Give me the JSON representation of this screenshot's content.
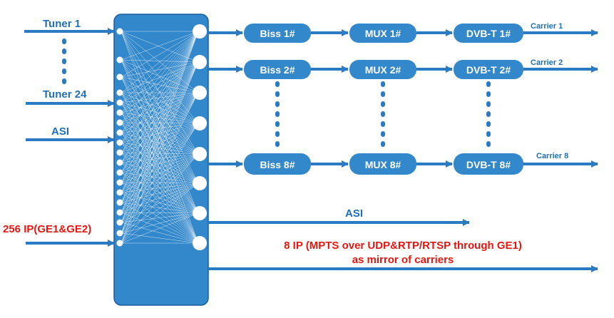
{
  "colors": {
    "accent": "#2b7bc4",
    "box": "#3388cc",
    "box_dark": "#1a5f9e",
    "text_blue": "#1f6fb8",
    "text_red": "#e8150f",
    "white": "#ffffff"
  },
  "inputs": {
    "tuner_first": "Tuner 1",
    "tuner_last": "Tuner 24",
    "asi": "ASI",
    "ip": "256 IP(GE1&GE2)"
  },
  "chains": [
    {
      "biss": "Biss 1#",
      "mux": "MUX 1#",
      "dvbt": "DVB-T 1#",
      "carrier": "Carrier 1"
    },
    {
      "biss": "Biss 2#",
      "mux": "MUX 2#",
      "dvbt": "DVB-T 2#",
      "carrier": "Carrier 2"
    },
    {
      "biss": "Biss 8#",
      "mux": "MUX 8#",
      "dvbt": "DVB-T 8#",
      "carrier": "Carrier 8"
    }
  ],
  "outputs": {
    "asi": "ASI",
    "ip_line1": "8 IP (MPTS over UDP&RTP/RTSP through GE1)",
    "ip_line2": "as mirror of carriers"
  }
}
